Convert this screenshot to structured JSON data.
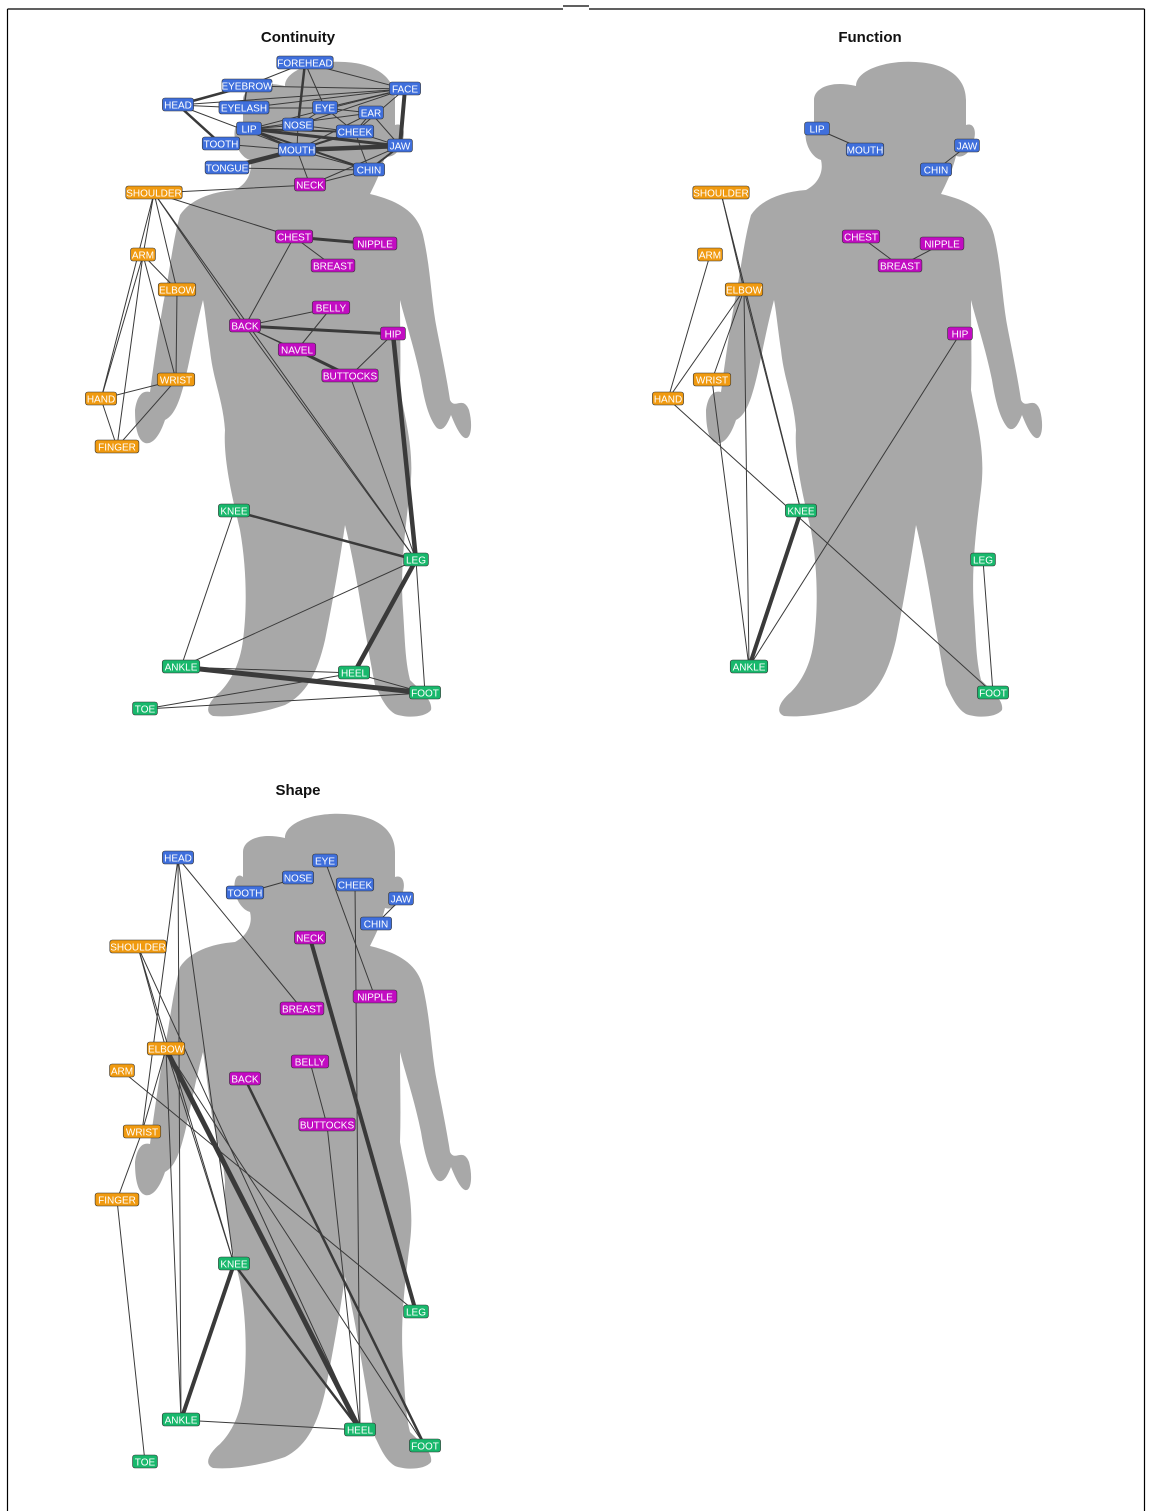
{
  "colors": {
    "head_group": "#3f6fdc",
    "torso_group": "#c20cc2",
    "arm_group": "#f09a10",
    "leg_group": "#18b86c",
    "edge": "#3a3a3a",
    "silhouette": "#a8a8a8"
  },
  "panels": [
    {
      "key": "continuity",
      "title": "Continuity",
      "nodes": [
        {
          "id": "FOREHEAD",
          "group": "head"
        },
        {
          "id": "EYEBROW",
          "group": "head"
        },
        {
          "id": "FACE",
          "group": "head"
        },
        {
          "id": "HEAD",
          "group": "head"
        },
        {
          "id": "EYELASH",
          "group": "head"
        },
        {
          "id": "EYE",
          "group": "head"
        },
        {
          "id": "EAR",
          "group": "head"
        },
        {
          "id": "LIP",
          "group": "head"
        },
        {
          "id": "NOSE",
          "group": "head"
        },
        {
          "id": "CHEEK",
          "group": "head"
        },
        {
          "id": "TOOTH",
          "group": "head"
        },
        {
          "id": "MOUTH",
          "group": "head"
        },
        {
          "id": "JAW",
          "group": "head"
        },
        {
          "id": "TONGUE",
          "group": "head"
        },
        {
          "id": "CHIN",
          "group": "head"
        },
        {
          "id": "NECK",
          "group": "torso"
        },
        {
          "id": "SHOULDER",
          "group": "arm"
        },
        {
          "id": "CHEST",
          "group": "torso"
        },
        {
          "id": "NIPPLE",
          "group": "torso"
        },
        {
          "id": "BREAST",
          "group": "torso"
        },
        {
          "id": "ARM",
          "group": "arm"
        },
        {
          "id": "ELBOW",
          "group": "arm"
        },
        {
          "id": "BELLY",
          "group": "torso"
        },
        {
          "id": "BACK",
          "group": "torso"
        },
        {
          "id": "HIP",
          "group": "torso"
        },
        {
          "id": "NAVEL",
          "group": "torso"
        },
        {
          "id": "BUTTOCKS",
          "group": "torso"
        },
        {
          "id": "WRIST",
          "group": "arm"
        },
        {
          "id": "HAND",
          "group": "arm"
        },
        {
          "id": "FINGER",
          "group": "arm"
        },
        {
          "id": "KNEE",
          "group": "leg"
        },
        {
          "id": "LEG",
          "group": "leg"
        },
        {
          "id": "ANKLE",
          "group": "leg"
        },
        {
          "id": "HEEL",
          "group": "leg"
        },
        {
          "id": "FOOT",
          "group": "leg"
        },
        {
          "id": "TOE",
          "group": "leg"
        }
      ],
      "edges": [
        [
          "FOREHEAD",
          "EYEBROW",
          1
        ],
        [
          "FOREHEAD",
          "FACE",
          1
        ],
        [
          "FOREHEAD",
          "NOSE",
          2.5
        ],
        [
          "FOREHEAD",
          "EYE",
          1
        ],
        [
          "EYEBROW",
          "HEAD",
          2.5
        ],
        [
          "EYEBROW",
          "EYELASH",
          1.5
        ],
        [
          "EYEBROW",
          "FACE",
          1
        ],
        [
          "HEAD",
          "EYELASH",
          1
        ],
        [
          "HEAD",
          "FACE",
          1
        ],
        [
          "HEAD",
          "TOOTH",
          2.5
        ],
        [
          "HEAD",
          "MOUTH",
          1
        ],
        [
          "FACE",
          "JAW",
          4
        ],
        [
          "FACE",
          "EYE",
          1
        ],
        [
          "FACE",
          "NOSE",
          1
        ],
        [
          "FACE",
          "CHEEK",
          1
        ],
        [
          "FACE",
          "EYELASH",
          1
        ],
        [
          "FACE",
          "LIP",
          1
        ],
        [
          "EAR",
          "JAW",
          1
        ],
        [
          "EAR",
          "MOUTH",
          1
        ],
        [
          "EAR",
          "CHEEK",
          1
        ],
        [
          "EAR",
          "EYE",
          1
        ],
        [
          "EAR",
          "LIP",
          1
        ],
        [
          "EYE",
          "NOSE",
          1
        ],
        [
          "EYE",
          "EYELASH",
          1
        ],
        [
          "EYE",
          "CHEEK",
          1
        ],
        [
          "LIP",
          "MOUTH",
          2
        ],
        [
          "LIP",
          "NOSE",
          1
        ],
        [
          "LIP",
          "CHEEK",
          2
        ],
        [
          "LIP",
          "JAW",
          3
        ],
        [
          "LIP",
          "CHIN",
          2
        ],
        [
          "NOSE",
          "CHEEK",
          1
        ],
        [
          "NOSE",
          "MOUTH",
          1
        ],
        [
          "CHEEK",
          "MOUTH",
          2
        ],
        [
          "CHEEK",
          "JAW",
          1
        ],
        [
          "CHEEK",
          "CHIN",
          1
        ],
        [
          "TOOTH",
          "MOUTH",
          1
        ],
        [
          "MOUTH",
          "JAW",
          4.5
        ],
        [
          "MOUTH",
          "CHIN",
          1
        ],
        [
          "MOUTH",
          "TONGUE",
          4.5
        ],
        [
          "MOUTH",
          "NECK",
          1
        ],
        [
          "JAW",
          "CHIN",
          2
        ],
        [
          "JAW",
          "NECK",
          1
        ],
        [
          "TONGUE",
          "CHIN",
          1
        ],
        [
          "NECK",
          "SHOULDER",
          1
        ],
        [
          "NECK",
          "CHIN",
          1
        ],
        [
          "SHOULDER",
          "CHEST",
          1
        ],
        [
          "SHOULDER",
          "ARM",
          1
        ],
        [
          "SHOULDER",
          "ELBOW",
          1
        ],
        [
          "SHOULDER",
          "BACK",
          1
        ],
        [
          "SHOULDER",
          "HAND",
          1
        ],
        [
          "CHEST",
          "NIPPLE",
          3
        ],
        [
          "CHEST",
          "BREAST",
          1
        ],
        [
          "CHEST",
          "BACK",
          1
        ],
        [
          "ARM",
          "ELBOW",
          1
        ],
        [
          "ARM",
          "HAND",
          1
        ],
        [
          "ARM",
          "WRIST",
          1
        ],
        [
          "ARM",
          "FINGER",
          1
        ],
        [
          "ELBOW",
          "WRIST",
          1
        ],
        [
          "WRIST",
          "HAND",
          1
        ],
        [
          "WRIST",
          "FINGER",
          1
        ],
        [
          "HAND",
          "FINGER",
          1
        ],
        [
          "BELLY",
          "NAVEL",
          1
        ],
        [
          "BELLY",
          "BACK",
          1
        ],
        [
          "BACK",
          "HIP",
          3
        ],
        [
          "BACK",
          "NAVEL",
          1
        ],
        [
          "BACK",
          "BUTTOCKS",
          1
        ],
        [
          "BACK",
          "LEG",
          1
        ],
        [
          "NAVEL",
          "BUTTOCKS",
          3
        ],
        [
          "HIP",
          "BUTTOCKS",
          1
        ],
        [
          "HIP",
          "LEG",
          4.5
        ],
        [
          "BUTTOCKS",
          "LEG",
          1
        ],
        [
          "SHOULDER",
          "LEG",
          1
        ],
        [
          "KNEE",
          "LEG",
          2.5
        ],
        [
          "LEG",
          "ANKLE",
          1
        ],
        [
          "LEG",
          "HEEL",
          4.5
        ],
        [
          "LEG",
          "FOOT",
          1
        ],
        [
          "ANKLE",
          "HEEL",
          1
        ],
        [
          "ANKLE",
          "FOOT",
          5
        ],
        [
          "ANKLE",
          "KNEE",
          1
        ],
        [
          "HEEL",
          "FOOT",
          1
        ],
        [
          "TOE",
          "FOOT",
          1
        ],
        [
          "TOE",
          "HEEL",
          1
        ]
      ]
    },
    {
      "key": "function",
      "title": "Function",
      "nodes": [
        {
          "id": "LIP",
          "group": "head"
        },
        {
          "id": "MOUTH",
          "group": "head"
        },
        {
          "id": "JAW",
          "group": "head"
        },
        {
          "id": "CHIN",
          "group": "head"
        },
        {
          "id": "SHOULDER",
          "group": "arm"
        },
        {
          "id": "CHEST",
          "group": "torso"
        },
        {
          "id": "NIPPLE",
          "group": "torso"
        },
        {
          "id": "BREAST",
          "group": "torso"
        },
        {
          "id": "ARM",
          "group": "arm"
        },
        {
          "id": "ELBOW",
          "group": "arm"
        },
        {
          "id": "HIP",
          "group": "torso"
        },
        {
          "id": "WRIST",
          "group": "arm"
        },
        {
          "id": "HAND",
          "group": "arm"
        },
        {
          "id": "KNEE",
          "group": "leg"
        },
        {
          "id": "LEG",
          "group": "leg"
        },
        {
          "id": "ANKLE",
          "group": "leg"
        },
        {
          "id": "FOOT",
          "group": "leg"
        }
      ],
      "edges": [
        [
          "LIP",
          "MOUTH",
          1
        ],
        [
          "JAW",
          "CHIN",
          1
        ],
        [
          "CHEST",
          "BREAST",
          1
        ],
        [
          "NIPPLE",
          "BREAST",
          1
        ],
        [
          "SHOULDER",
          "ELBOW",
          1
        ],
        [
          "SHOULDER",
          "KNEE",
          1
        ],
        [
          "ARM",
          "HAND",
          1
        ],
        [
          "ELBOW",
          "WRIST",
          1
        ],
        [
          "ELBOW",
          "HAND",
          1
        ],
        [
          "ELBOW",
          "KNEE",
          1
        ],
        [
          "ELBOW",
          "ANKLE",
          1
        ],
        [
          "HAND",
          "FOOT",
          1
        ],
        [
          "KNEE",
          "ANKLE",
          4
        ],
        [
          "HIP",
          "ANKLE",
          1
        ],
        [
          "LEG",
          "FOOT",
          1
        ],
        [
          "WRIST",
          "ANKLE",
          1
        ]
      ]
    },
    {
      "key": "shape",
      "title": "Shape",
      "nodes": [
        {
          "id": "HEAD",
          "group": "head"
        },
        {
          "id": "EYE",
          "group": "head"
        },
        {
          "id": "TOOTH",
          "group": "head"
        },
        {
          "id": "NOSE",
          "group": "head"
        },
        {
          "id": "CHEEK",
          "group": "head"
        },
        {
          "id": "JAW",
          "group": "head"
        },
        {
          "id": "CHIN",
          "group": "head"
        },
        {
          "id": "NECK",
          "group": "torso"
        },
        {
          "id": "SHOULDER",
          "group": "arm"
        },
        {
          "id": "BREAST",
          "group": "torso"
        },
        {
          "id": "NIPPLE",
          "group": "torso"
        },
        {
          "id": "ELBOW",
          "group": "arm"
        },
        {
          "id": "BELLY",
          "group": "torso"
        },
        {
          "id": "ARM",
          "group": "arm"
        },
        {
          "id": "BACK",
          "group": "torso"
        },
        {
          "id": "BUTTOCKS",
          "group": "torso"
        },
        {
          "id": "WRIST",
          "group": "arm"
        },
        {
          "id": "FINGER",
          "group": "arm"
        },
        {
          "id": "KNEE",
          "group": "leg"
        },
        {
          "id": "LEG",
          "group": "leg"
        },
        {
          "id": "ANKLE",
          "group": "leg"
        },
        {
          "id": "HEEL",
          "group": "leg"
        },
        {
          "id": "FOOT",
          "group": "leg"
        },
        {
          "id": "TOE",
          "group": "leg"
        }
      ],
      "edges": [
        [
          "TOOTH",
          "NOSE",
          1
        ],
        [
          "JAW",
          "CHIN",
          1
        ],
        [
          "HEAD",
          "BREAST",
          1
        ],
        [
          "HEAD",
          "ANKLE",
          1
        ],
        [
          "HEAD",
          "KNEE",
          1
        ],
        [
          "HEAD",
          "WRIST",
          1
        ],
        [
          "EYE",
          "NIPPLE",
          1
        ],
        [
          "CHEEK",
          "HEEL",
          1
        ],
        [
          "NECK",
          "LEG",
          4
        ],
        [
          "SHOULDER",
          "ELBOW",
          1
        ],
        [
          "SHOULDER",
          "KNEE",
          1
        ],
        [
          "SHOULDER",
          "HEEL",
          1
        ],
        [
          "ELBOW",
          "HEEL",
          5
        ],
        [
          "ELBOW",
          "KNEE",
          1
        ],
        [
          "ELBOW",
          "FOOT",
          1
        ],
        [
          "ELBOW",
          "WRIST",
          1
        ],
        [
          "ELBOW",
          "ANKLE",
          1
        ],
        [
          "ARM",
          "LEG",
          1
        ],
        [
          "BACK",
          "FOOT",
          2.5
        ],
        [
          "BELLY",
          "BUTTOCKS",
          1
        ],
        [
          "BUTTOCKS",
          "HEEL",
          1
        ],
        [
          "WRIST",
          "FINGER",
          1
        ],
        [
          "FINGER",
          "TOE",
          1
        ],
        [
          "KNEE",
          "ANKLE",
          4
        ],
        [
          "KNEE",
          "HEEL",
          2.5
        ],
        [
          "ANKLE",
          "HEEL",
          1
        ]
      ]
    }
  ]
}
